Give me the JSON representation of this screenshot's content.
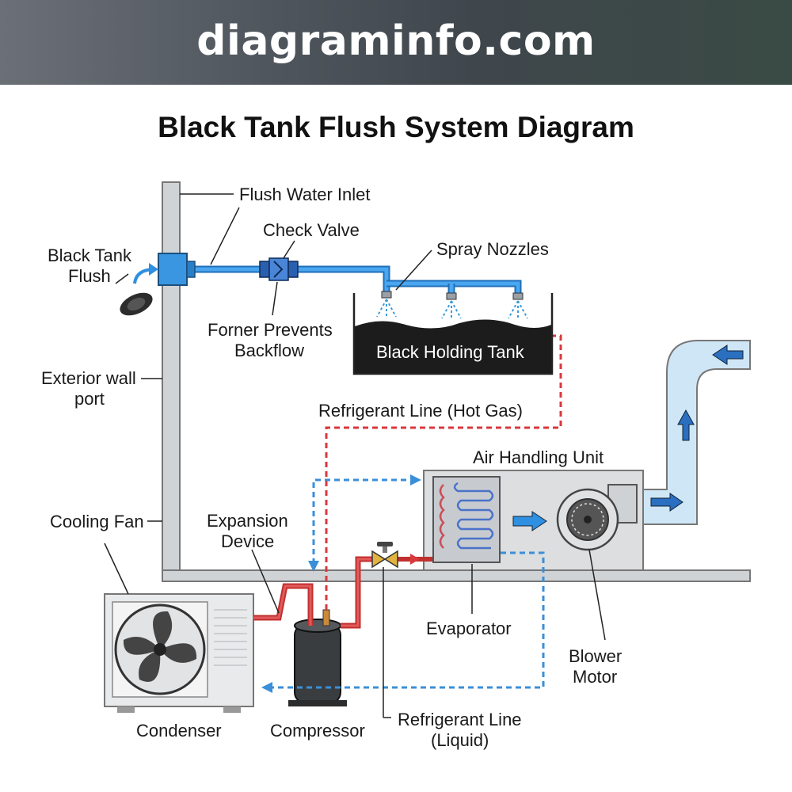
{
  "banner": {
    "site": "diagraminfo.com"
  },
  "title": "Black Tank Flush System Diagram",
  "labels": {
    "flush_water_inlet": "Flush Water Inlet",
    "check_valve": "Check Valve",
    "spray_nozzles": "Spray Nozzles",
    "black_tank_flush_1": "Black Tank",
    "black_tank_flush_2": "Flush",
    "forner_prevents_1": "Forner Prevents",
    "forner_prevents_2": "Backflow",
    "black_holding_tank": "Black Holding Tank",
    "exterior_wall_port_1": "Exterior wall",
    "exterior_wall_port_2": "port",
    "refrigerant_hot_gas": "Refrigerant Line (Hot Gas)",
    "air_handling_unit": "Air Handling Unit",
    "cooling_fan": "Cooling Fan",
    "expansion_device_1": "Expansion",
    "expansion_device_2": "Device",
    "evaporator": "Evaporator",
    "blower_motor_1": "Blower",
    "blower_motor_2": "Motor",
    "condenser": "Condenser",
    "compressor": "Compressor",
    "refrigerant_liquid_1": "Refrigerant Line",
    "refrigerant_liquid_2": "(Liquid)"
  },
  "colors": {
    "water_pipe": "#2f8fe0",
    "hot_line": "#d9383d",
    "cold_line": "#3a8fd8",
    "tank": "#1c1c1c",
    "wall": "#cfd2d4",
    "duct": "#cfe6f6",
    "unit": "#dcdee0"
  },
  "icons": [
    "flush-cap-icon",
    "check-valve-icon",
    "spray-nozzle-icon",
    "fan-icon",
    "blower-icon",
    "expansion-valve-icon",
    "arrow-icon"
  ]
}
